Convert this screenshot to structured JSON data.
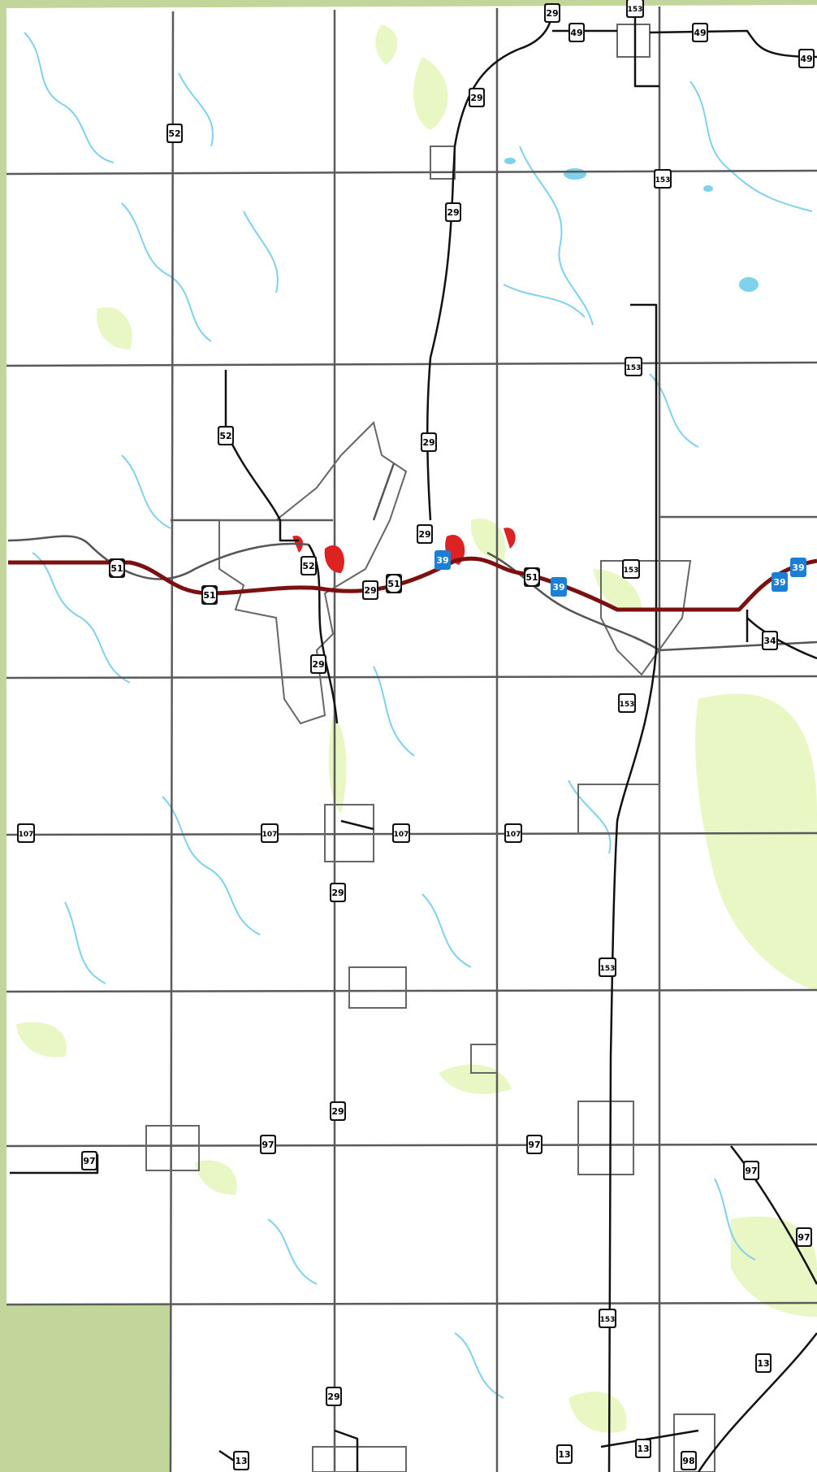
{
  "map": {
    "colors": {
      "outside": "#c2d59b",
      "land": "#ffffff",
      "wetland": "#e8f7c4",
      "water": "#7fd1ec",
      "township_line": "#5a5a5a",
      "road": "#111111",
      "interstate": "#7a1010",
      "rail": "#555555",
      "city_limits": "#666666",
      "urban_red": "#dd2222",
      "interstate_shield": "#1b7fd6"
    },
    "shields": [
      {
        "label": "29",
        "kind": "state"
      },
      {
        "label": "49",
        "kind": "state"
      },
      {
        "label": "153",
        "kind": "state"
      },
      {
        "label": "49",
        "kind": "state"
      },
      {
        "label": "49",
        "kind": "state"
      },
      {
        "label": "29",
        "kind": "state"
      },
      {
        "label": "52",
        "kind": "state"
      },
      {
        "label": "29",
        "kind": "state"
      },
      {
        "label": "153",
        "kind": "state"
      },
      {
        "label": "153",
        "kind": "state"
      },
      {
        "label": "52",
        "kind": "state"
      },
      {
        "label": "29",
        "kind": "state"
      },
      {
        "label": "29",
        "kind": "state"
      },
      {
        "label": "51",
        "kind": "us"
      },
      {
        "label": "51",
        "kind": "us"
      },
      {
        "label": "52",
        "kind": "state"
      },
      {
        "label": "29",
        "kind": "state"
      },
      {
        "label": "51",
        "kind": "us"
      },
      {
        "label": "39",
        "kind": "interstate"
      },
      {
        "label": "51",
        "kind": "us"
      },
      {
        "label": "39",
        "kind": "interstate"
      },
      {
        "label": "153",
        "kind": "state"
      },
      {
        "label": "39",
        "kind": "interstate"
      },
      {
        "label": "39",
        "kind": "interstate"
      },
      {
        "label": "34",
        "kind": "state"
      },
      {
        "label": "29",
        "kind": "state"
      },
      {
        "label": "153",
        "kind": "state"
      },
      {
        "label": "107",
        "kind": "state"
      },
      {
        "label": "107",
        "kind": "state"
      },
      {
        "label": "107",
        "kind": "state"
      },
      {
        "label": "107",
        "kind": "state"
      },
      {
        "label": "29",
        "kind": "state"
      },
      {
        "label": "153",
        "kind": "state"
      },
      {
        "label": "29",
        "kind": "state"
      },
      {
        "label": "97",
        "kind": "state"
      },
      {
        "label": "97",
        "kind": "state"
      },
      {
        "label": "97",
        "kind": "state"
      },
      {
        "label": "97",
        "kind": "state"
      },
      {
        "label": "97",
        "kind": "state"
      },
      {
        "label": "153",
        "kind": "state"
      },
      {
        "label": "13",
        "kind": "state"
      },
      {
        "label": "29",
        "kind": "state"
      },
      {
        "label": "13",
        "kind": "state"
      },
      {
        "label": "13",
        "kind": "state"
      },
      {
        "label": "13",
        "kind": "state"
      },
      {
        "label": "98",
        "kind": "state"
      }
    ]
  }
}
